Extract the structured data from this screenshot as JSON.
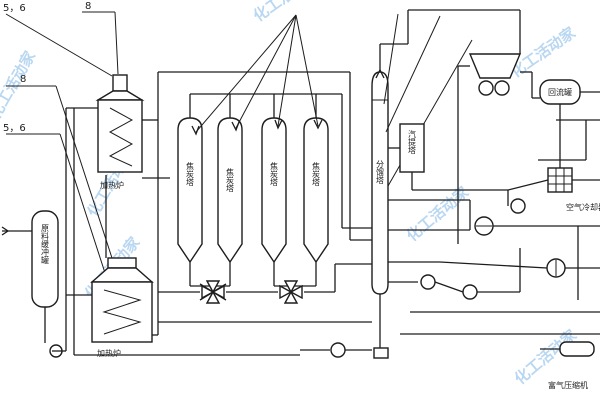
{
  "callouts": {
    "c1": "5，6",
    "c2": "8",
    "c3": "8",
    "c4": "5，6"
  },
  "labels": {
    "heating_furnace_top": "加热炉",
    "heating_furnace_bottom": "加热炉",
    "feed_buffer_tank": "原料缓冲罐",
    "coke_tower_1": "焦炭塔",
    "coke_tower_2": "焦炭塔",
    "coke_tower_3": "焦炭塔",
    "coke_tower_4": "焦炭塔",
    "fractionator": "分馏塔",
    "stripper": "汽提塔",
    "recovery_tank": "回流罐",
    "air_cooler": "空气冷却器",
    "compressor": "富气压缩机"
  },
  "watermark": "化工活动家",
  "colors": {
    "line": "#1d1d1d",
    "watermark": "#7fb6e6"
  }
}
